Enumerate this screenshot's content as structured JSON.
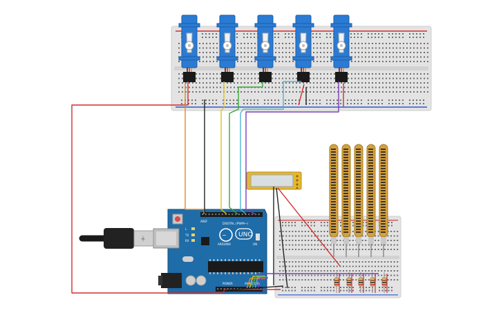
{
  "canvas": {
    "title": ""
  },
  "arduino": {
    "logo": "UNO",
    "brand": "ARDUINO",
    "digital_label": "DIGITAL (PWM~)",
    "power_label": "POWER",
    "analog_label": "ANALOG IN",
    "tx_label": "TX",
    "rx_label": "RX",
    "l_label": "L",
    "on_label": "ON",
    "aref_label": "AREF",
    "gnd_label": "GND"
  },
  "components": {
    "servo_count": 5,
    "flex_sensor_count": 5,
    "resistor_count": 5,
    "display": "lcd-16x2"
  },
  "colors": {
    "breadboard": "#e3e3e3",
    "breadboard_hole": "#6e6e6e",
    "arduino_board": "#1e6ca8",
    "servo_body": "#2b7bd4",
    "flex_sensor": "#d4a140",
    "wire_red": "#d42b2b",
    "wire_black": "#222222",
    "wire_orange": "#e08a1e",
    "wire_yellow": "#e0c21e",
    "wire_green": "#3aa83a",
    "wire_cyan": "#52b3d1",
    "wire_purple": "#7a3db8",
    "lcd_frame": "#e6b82e",
    "lcd_screen": "#d9dee0"
  }
}
